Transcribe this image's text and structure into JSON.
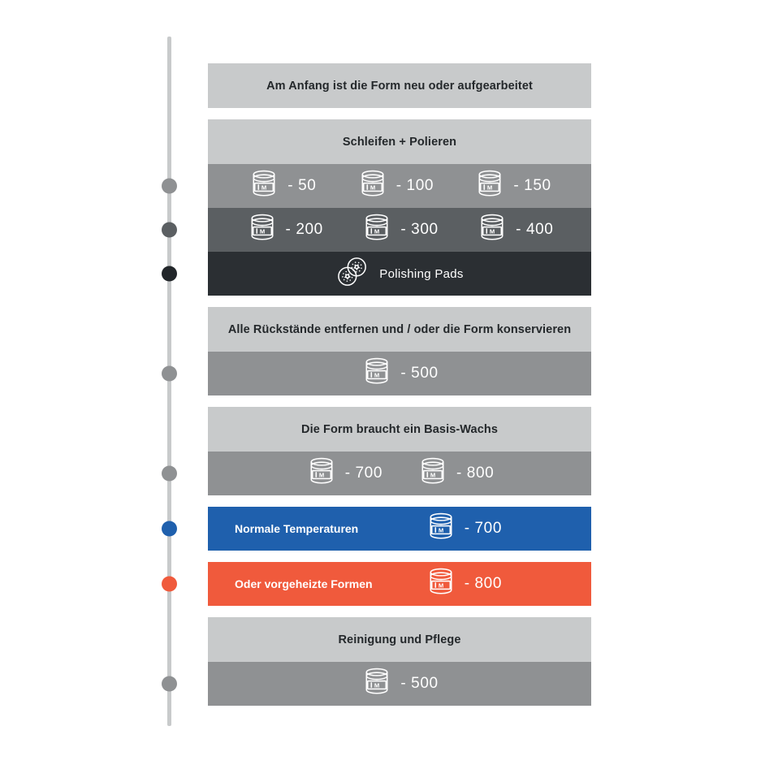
{
  "diagram": {
    "title_semantic": "mold-release-agent-process-timeline",
    "colors": {
      "background": "#ffffff",
      "timeline_line": "#c8cacb",
      "header_band": "#c8cacb",
      "shade_1": "#8f9193",
      "shade_2": "#5b5f62",
      "shade_3": "#2b2f33",
      "accent_blue": "#1f60ad",
      "accent_orange": "#f05a3c",
      "header_text": "#24282b",
      "item_text": "#ffffff"
    }
  },
  "groups": [
    {
      "id": "group-start",
      "header": "Am Anfang ist die Form neu oder aufgearbeitet",
      "rows": []
    },
    {
      "id": "group-schleifen-polieren",
      "header": "Schleifen + Polieren",
      "rows": [
        {
          "id": "row-50-100-150",
          "shade": "shade-1",
          "dot_color": "#8f9193",
          "items": [
            {
              "icon": "can-icon",
              "label": "- 50"
            },
            {
              "icon": "can-icon",
              "label": "- 100"
            },
            {
              "icon": "can-icon",
              "label": "- 150"
            }
          ]
        },
        {
          "id": "row-200-300-400",
          "shade": "shade-2",
          "dot_color": "#5b5f62",
          "items": [
            {
              "icon": "can-icon",
              "label": "- 200"
            },
            {
              "icon": "can-icon",
              "label": "- 300"
            },
            {
              "icon": "can-icon",
              "label": "- 400"
            }
          ]
        },
        {
          "id": "row-polishing-pads",
          "shade": "shade-3",
          "dot_color": "#22262a",
          "pads_label": "Polishing Pads"
        }
      ]
    },
    {
      "id": "group-rueckstaende",
      "header": "Alle Rückstände entfernen und / oder die Form konservieren",
      "rows": [
        {
          "id": "row-500-a",
          "shade": "shade-1",
          "dot_color": "#8f9193",
          "items": [
            {
              "icon": "can-icon",
              "label": "- 500"
            }
          ]
        }
      ]
    },
    {
      "id": "group-basis-wachs",
      "header": "Die Form braucht ein Basis-Wachs",
      "rows": [
        {
          "id": "row-700-800",
          "shade": "shade-1",
          "dot_color": "#8f9193",
          "items": [
            {
              "icon": "can-icon",
              "label": "- 700"
            },
            {
              "icon": "can-icon",
              "label": "- 800"
            }
          ]
        }
      ]
    }
  ],
  "callouts": [
    {
      "id": "callout-normale-temperaturen",
      "text": "Normale Temperaturen",
      "color": "blue",
      "dot_color": "#1f60ad",
      "item": {
        "icon": "can-icon",
        "label": "- 700"
      }
    },
    {
      "id": "callout-vorgeheizte-formen",
      "text": "Oder vorgeheizte Formen",
      "color": "orange",
      "dot_color": "#f05a3c",
      "item": {
        "icon": "can-icon",
        "label": "- 800"
      }
    }
  ],
  "final_group": {
    "id": "group-reinigung-pflege",
    "header": "Reinigung und Pflege",
    "rows": [
      {
        "id": "row-500-b",
        "shade": "shade-1",
        "dot_color": "#8f9193",
        "items": [
          {
            "icon": "can-icon",
            "label": "- 500"
          }
        ]
      }
    ]
  },
  "icon_glyphs": {
    "can_label_letter": "M"
  }
}
